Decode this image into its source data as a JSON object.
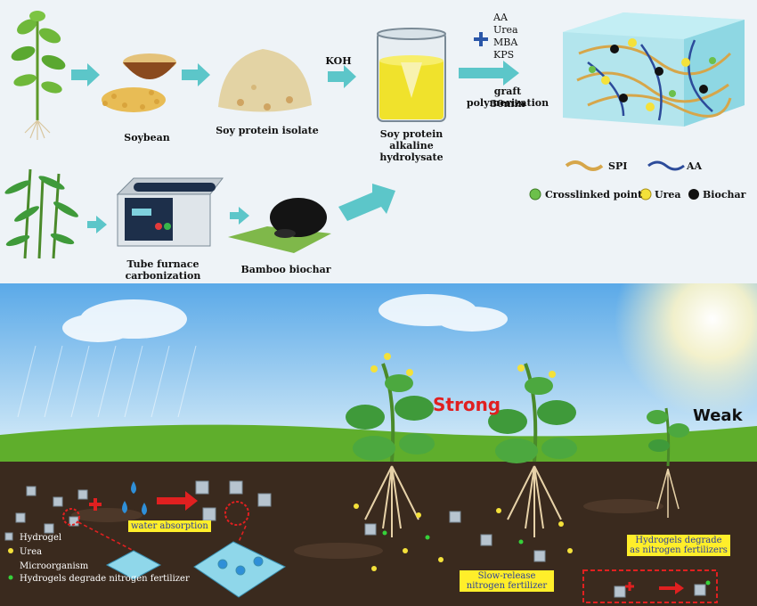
{
  "top": {
    "labels": {
      "soybean": "Soybean",
      "spi": "Soy protein isolate",
      "koh": "KOH",
      "hydrolysate": "Soy protein alkaline hydrolysate",
      "reagents": [
        "AA",
        "Urea",
        "MBA",
        "KPS"
      ],
      "graft": "graft polymerization",
      "time": "30min",
      "tube": "Tube furnace carbonization",
      "biochar": "Bamboo biochar"
    },
    "legend": {
      "spi": "SPI",
      "aa": "AA",
      "crosslinked": "Crosslinked point",
      "urea": "Urea",
      "biochar": "Biochar"
    },
    "colors": {
      "arrow": "#5cc6c9",
      "spi_chain": "#d6a64a",
      "aa_chain": "#2c4b9a",
      "crosslink": "#6cc04a",
      "urea": "#f4e13a",
      "biochar": "#111111"
    }
  },
  "bottom": {
    "strong": "Strong",
    "weak": "Weak",
    "water": "water absorption",
    "slow": "Slow-release nitrogen fertilizer",
    "degrade": "Hydrogels degrade as nitrogen fertilizers",
    "legend": [
      "Hydrogel",
      "Urea",
      "Microorganism",
      "Hydrogels degrade nitrogen fertilizer"
    ],
    "colors": {
      "sky_top": "#5aa9e8",
      "soil": "#3a2a1e",
      "grass": "#5fae2c",
      "strong": "#e02020"
    }
  }
}
